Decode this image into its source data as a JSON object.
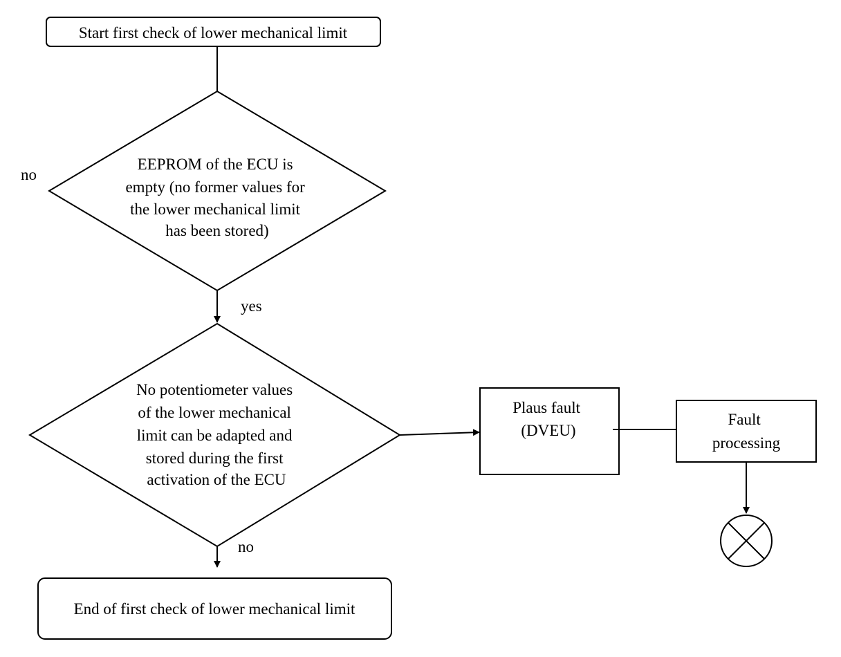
{
  "diagram": {
    "start": {
      "text": "Start first check of lower mechanical limit"
    },
    "decision_eeprom": {
      "lines": [
        "EEPROM of the ECU is",
        "empty (no former values for",
        "the lower mechanical limit",
        "has been stored)"
      ]
    },
    "decision_pot": {
      "lines": [
        "No potentiometer values",
        "of the lower mechanical",
        "limit can be adapted and",
        "stored during the first",
        "activation of the ECU"
      ]
    },
    "plaus_fault": {
      "lines": [
        "Plaus fault",
        "(DVEU)"
      ]
    },
    "fault_processing": {
      "lines": [
        "Fault",
        "processing"
      ]
    },
    "end": {
      "text": "End of first check of lower mechanical limit"
    },
    "edge_labels": {
      "no_eeprom": "no",
      "yes_eeprom": "yes",
      "no_pot": "no"
    },
    "terminator_icon": "circle-x-icon"
  }
}
